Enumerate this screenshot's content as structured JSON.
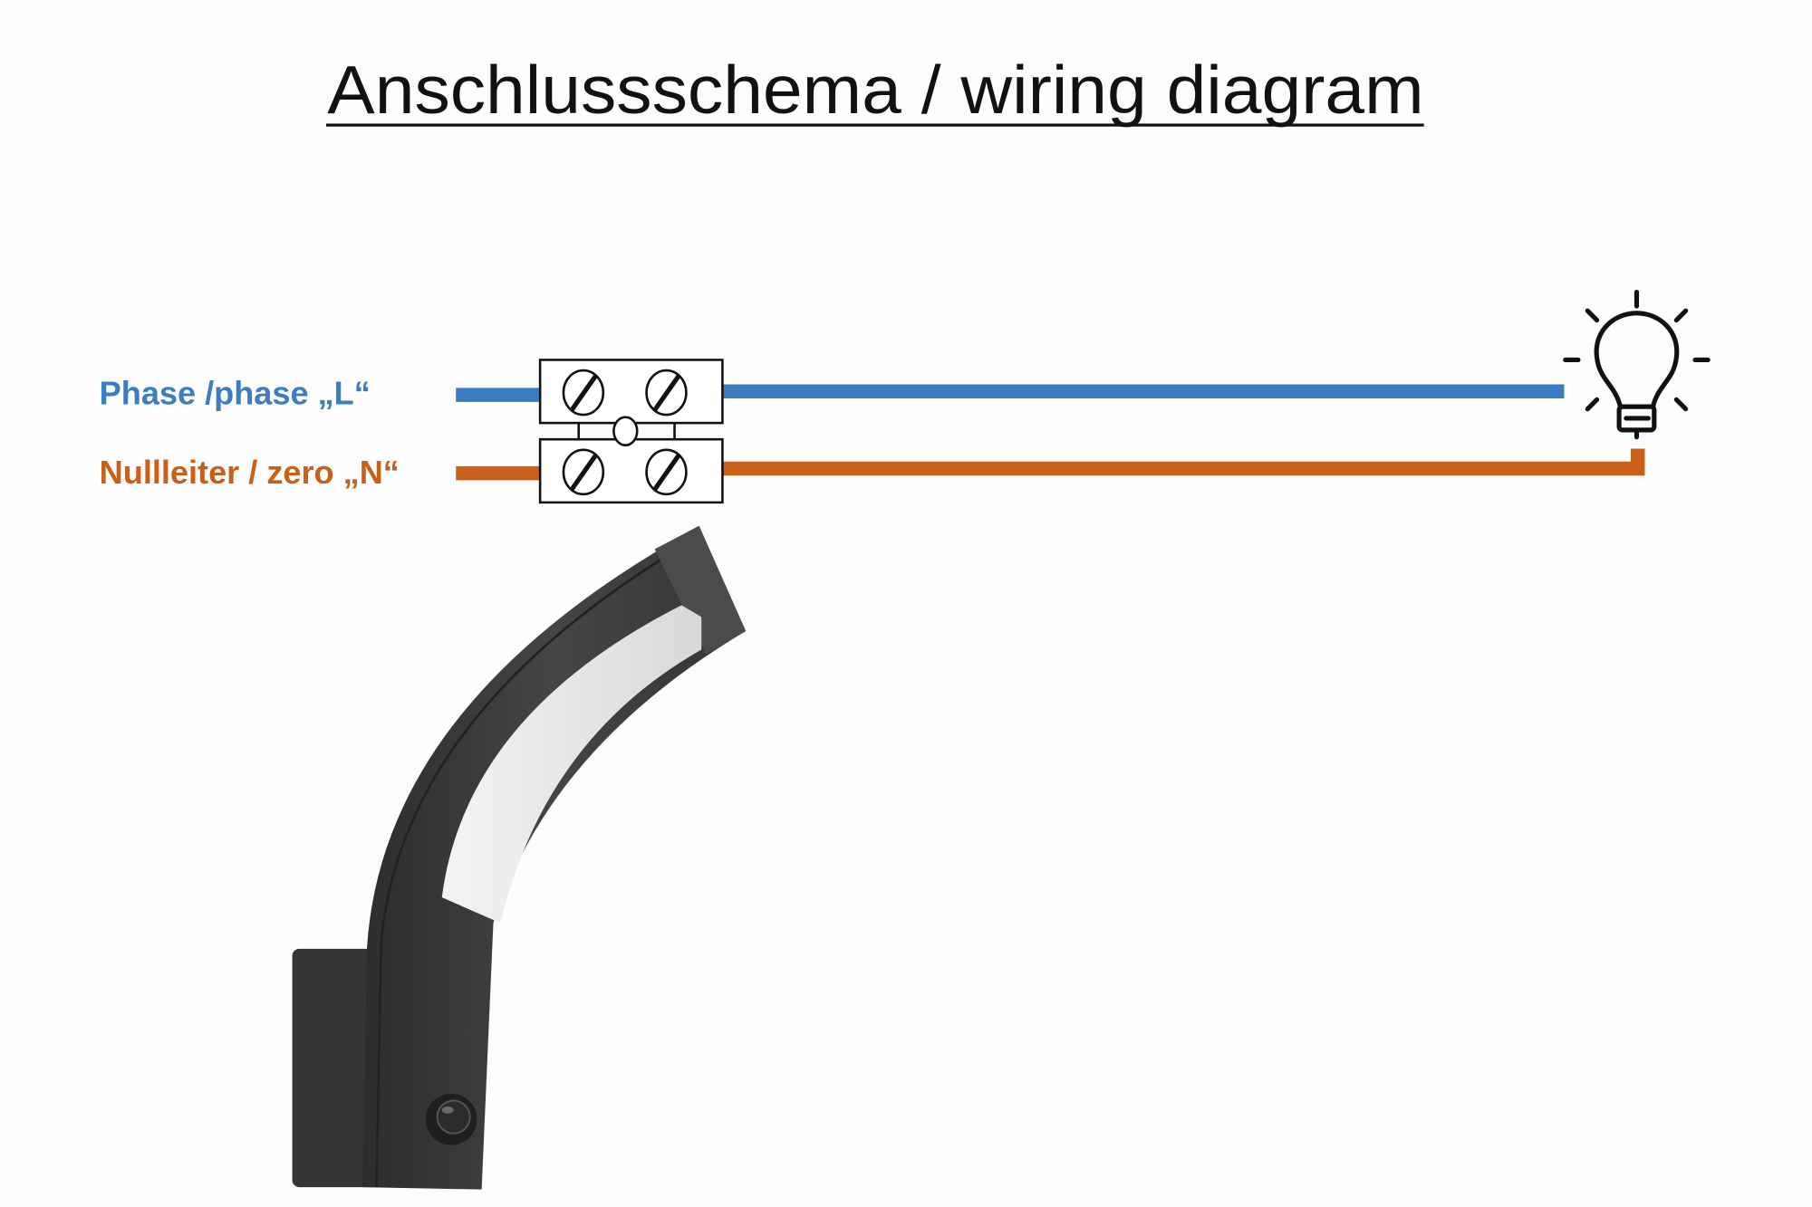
{
  "title": "Anschlussschema / wiring diagram",
  "labels": {
    "phase": "Phase /phase „L“",
    "neutral": "Nullleiter / zero „N“"
  },
  "colors": {
    "phase": "#3b7dc0",
    "neutral": "#c8601a",
    "lamp_body": "#3a3b3c",
    "diffuser": "#e9e9e9"
  },
  "icons": [
    "terminal-block",
    "screw-icon",
    "light-bulb-icon",
    "wall-lamp-with-motion-sensor"
  ]
}
